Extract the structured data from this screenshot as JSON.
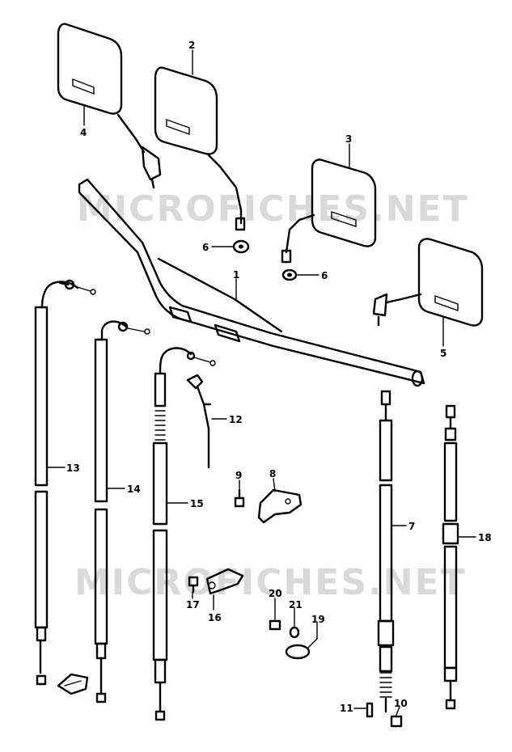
{
  "watermark": "MICROFICHES.NET",
  "callouts": {
    "c1": "1",
    "c2": "2",
    "c3": "3",
    "c4": "4",
    "c5": "5",
    "c6a": "6",
    "c6b": "6",
    "c7": "7",
    "c8": "8",
    "c9": "9",
    "c10": "10",
    "c11": "11",
    "c12": "12",
    "c13": "13",
    "c14": "14",
    "c15": "15",
    "c16": "16",
    "c17": "17",
    "c18": "18",
    "c19": "19",
    "c20": "20",
    "c21": "21"
  }
}
